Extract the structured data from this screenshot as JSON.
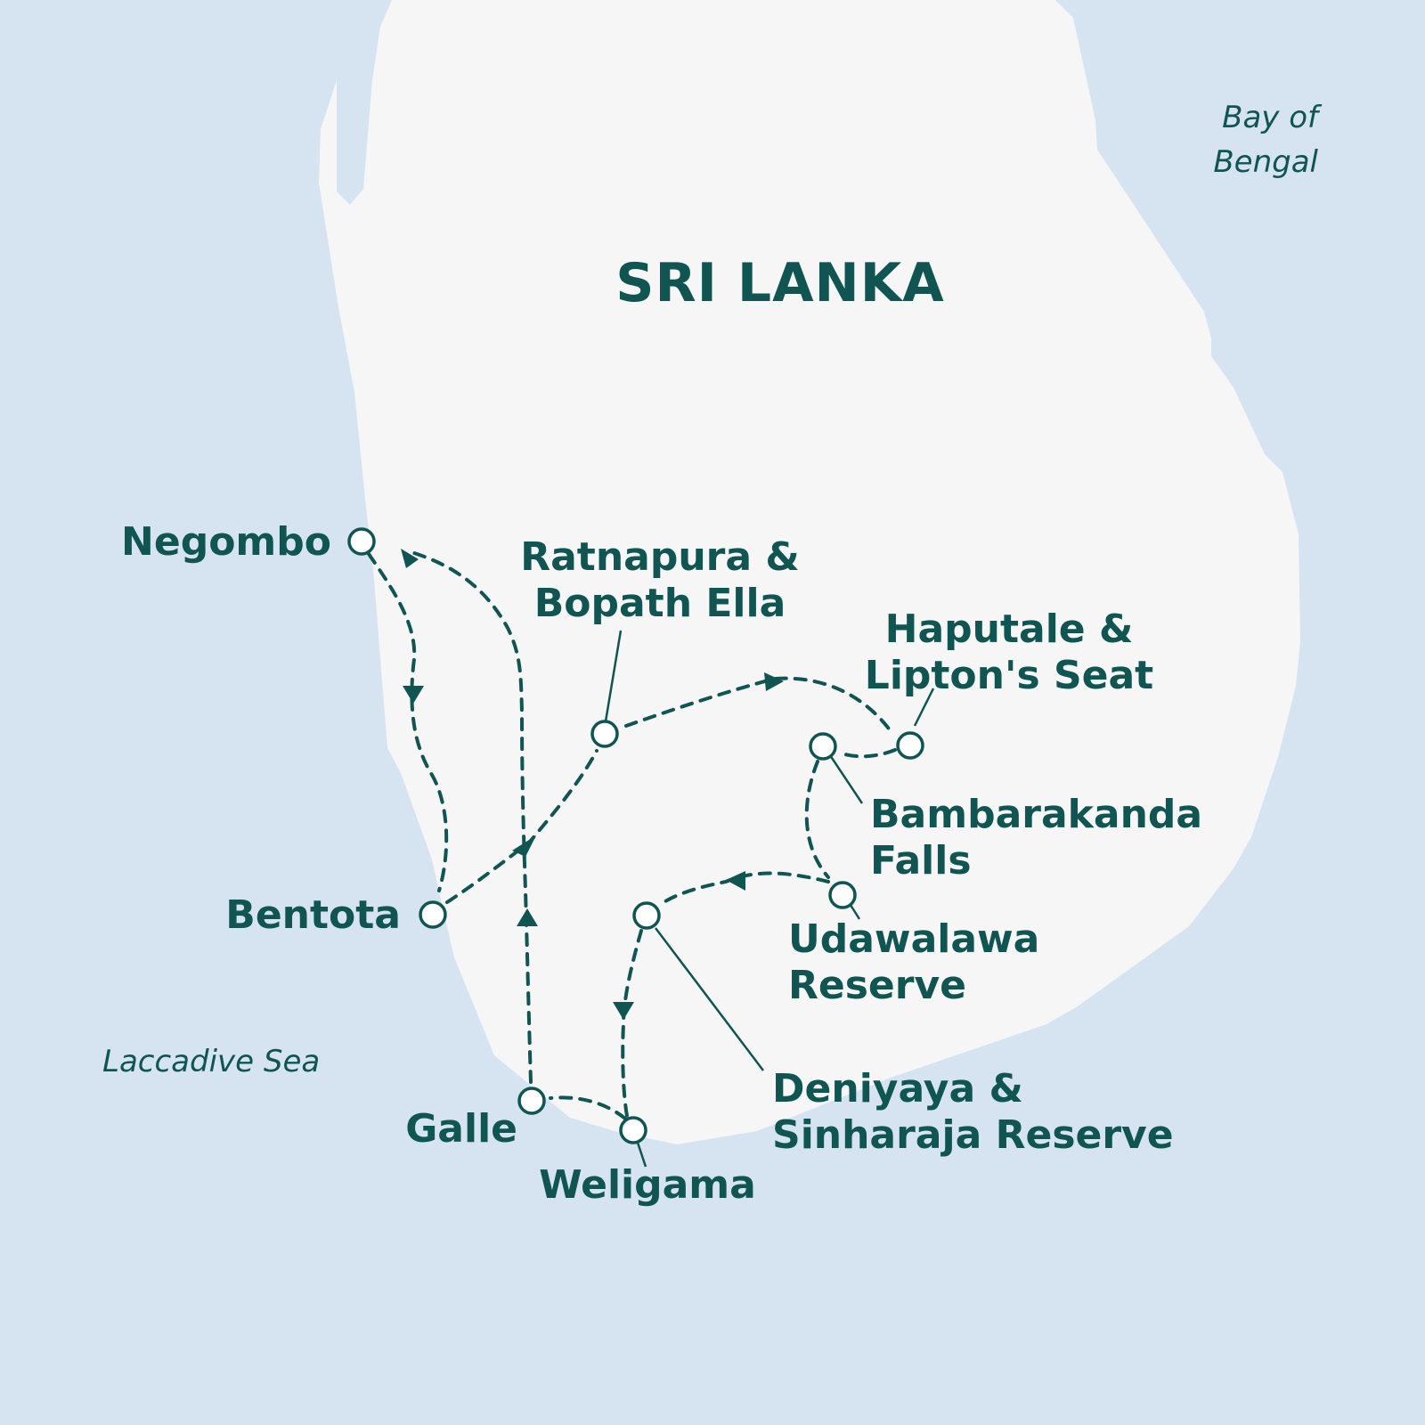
{
  "map": {
    "country_label": "SRI LANKA",
    "seas": {
      "bay_line1": "Bay of",
      "bay_line2": "Bengal",
      "laccadive": "Laccadive Sea"
    },
    "places": {
      "negombo": "Negombo",
      "ratnapura_l1": "Ratnapura &",
      "ratnapura_l2": "Bopath Ella",
      "haputale_l1": "Haputale &",
      "haputale_l2": "Lipton's Seat",
      "bambarakanda_l1": "Bambarakanda",
      "bambarakanda_l2": "Falls",
      "bentota": "Bentota",
      "udawalawa_l1": "Udawalawa",
      "udawalawa_l2": "Reserve",
      "deniyaya_l1": "Deniyaya &",
      "deniyaya_l2": "Sinharaja Reserve",
      "galle": "Galle",
      "weligama": "Weligama"
    },
    "colors": {
      "sea": "#d6e4f2",
      "land": "#f6f6f6",
      "ink": "#105552"
    }
  }
}
